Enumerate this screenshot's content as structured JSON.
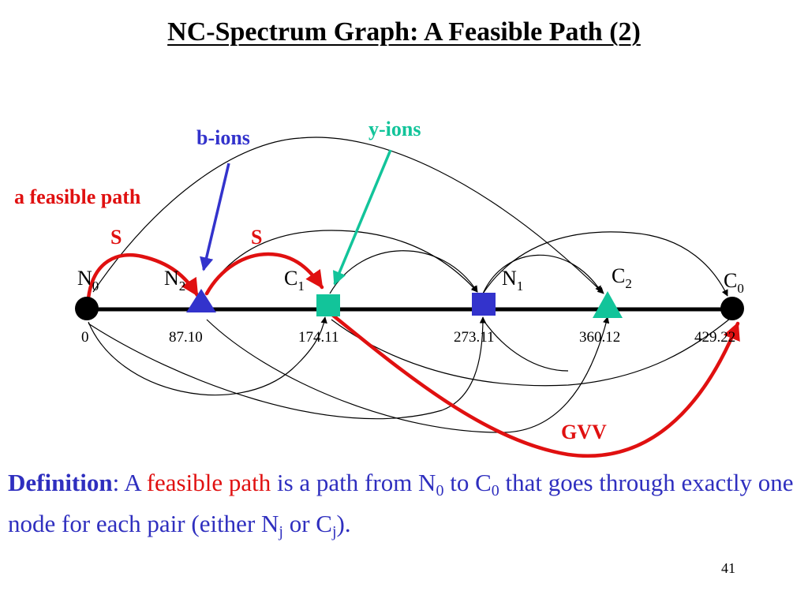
{
  "title": "NC-Spectrum Graph: A Feasible Path (2)",
  "annotations": {
    "b_ions": "b-ions",
    "y_ions": "y-ions",
    "feasible_path": "a feasible path",
    "s1": "S",
    "s2": "S",
    "gvv": "GVV"
  },
  "nodes": [
    {
      "id": "N0",
      "letter": "N",
      "sub": "0",
      "mass": "0",
      "shape": "circle"
    },
    {
      "id": "N2",
      "letter": "N",
      "sub": "2",
      "mass": "87.10",
      "shape": "triangle"
    },
    {
      "id": "C1",
      "letter": "C",
      "sub": "1",
      "mass": "174.11",
      "shape": "square"
    },
    {
      "id": "N1",
      "letter": "N",
      "sub": "1",
      "mass": "273.11",
      "shape": "square"
    },
    {
      "id": "C2",
      "letter": "C",
      "sub": "2",
      "mass": "360.12",
      "shape": "triangle"
    },
    {
      "id": "C0",
      "letter": "C",
      "sub": "0",
      "mass": "429.22",
      "shape": "circle"
    }
  ],
  "definition": {
    "lead": "Definition",
    "colon": ": A ",
    "highlight": "feasible path",
    "t1": " is a path from N",
    "s1": "0",
    "t2": " to C",
    "s2": "0",
    "t3": " that goes through exactly one node for each pair (either N",
    "s3": "j",
    "t4": " or C",
    "s4": "j",
    "t5": ")."
  },
  "page_number": "41",
  "colors": {
    "b_ion": "#3333cc",
    "y_ion": "#12c49a",
    "path": "#e01010",
    "line": "#000000"
  }
}
